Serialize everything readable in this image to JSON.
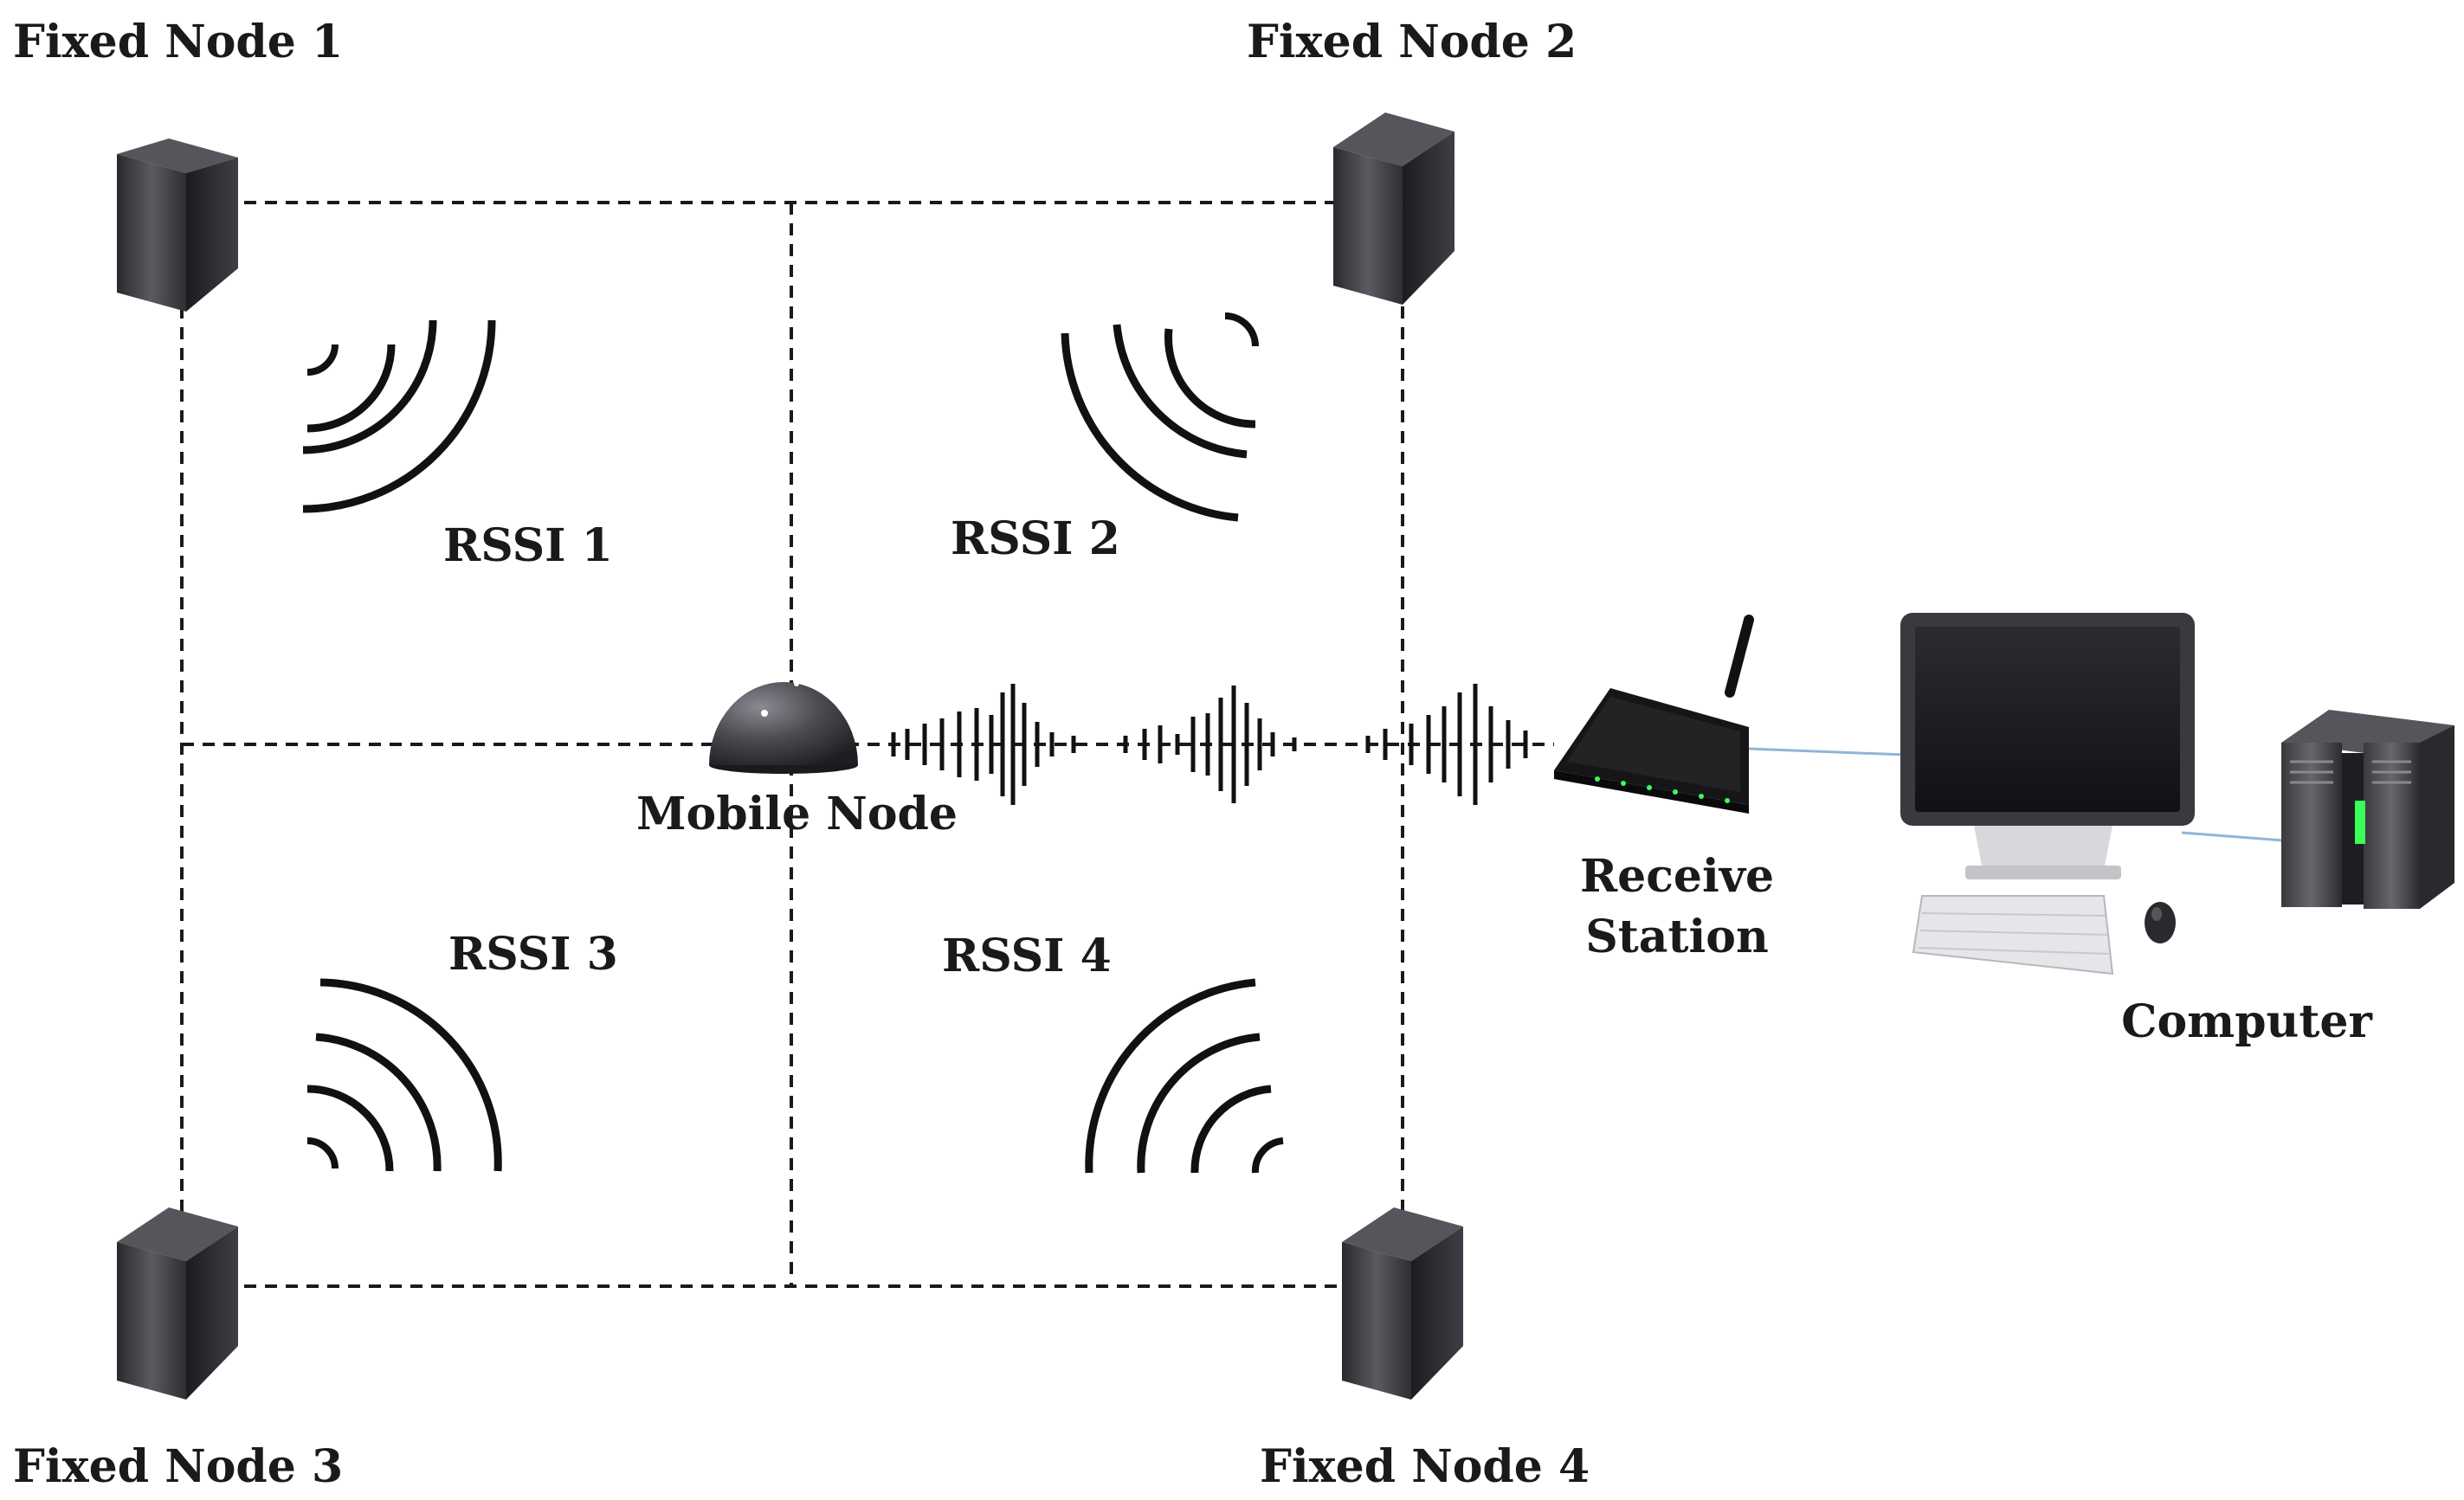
{
  "nodes": {
    "fixed_1": "Fixed Node 1",
    "fixed_2": "Fixed Node 2",
    "fixed_3": "Fixed Node 3",
    "fixed_4": "Fixed Node 4",
    "mobile": "Mobile Node"
  },
  "signals": {
    "rssi_1": "RSSI 1",
    "rssi_2": "RSSI 2",
    "rssi_3": "RSSI 3",
    "rssi_4": "RSSI 4"
  },
  "equipment": {
    "receive_line1": "Receive",
    "receive_line2": "Station",
    "computer": "Computer"
  },
  "colors": {
    "dash_line": "#1a1a1a",
    "tower": "#3c3c40",
    "cable": "#8fb6d8",
    "led": "#39ff5a"
  },
  "icons": [
    "tower-icon",
    "dome-icon",
    "router-icon",
    "monitor-icon",
    "keyboard-icon",
    "mouse-icon",
    "pc-tower-icon",
    "wave-icon"
  ]
}
